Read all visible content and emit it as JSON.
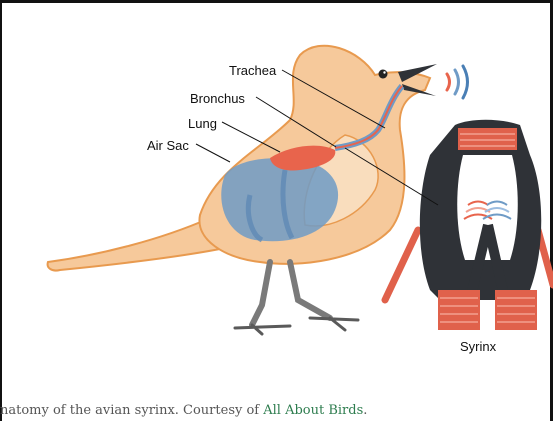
{
  "diagram": {
    "labels": {
      "trachea": "Trachea",
      "bronchus": "Bronchus",
      "lung": "Lung",
      "air_sac": "Air Sac",
      "syrinx": "Syrinx"
    }
  },
  "caption": {
    "text": "natomy of the avian syrinx. Courtesy of ",
    "link_text": "All About Birds",
    "end": "."
  },
  "colors": {
    "body": "#f6c99b",
    "body_outline": "#e89a4f",
    "lung": "#e8644c",
    "air_sac": "#6f9bc6",
    "syrinx_red": "#e0614b",
    "syrinx_dark": "#2f3237"
  }
}
